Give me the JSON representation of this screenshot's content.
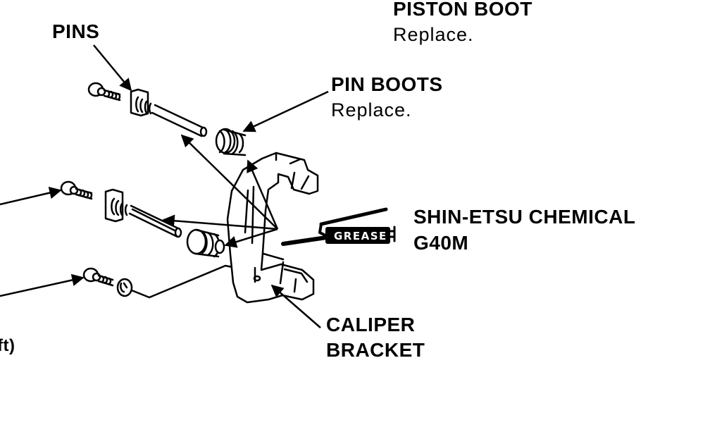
{
  "diagram": {
    "subject": "Brake caliper bracket exploded view",
    "callouts": {
      "piston_boot": {
        "title": "PISTON BOOT",
        "note": "Replace."
      },
      "pins": {
        "title": "PINS"
      },
      "pin_boots": {
        "title": "PIN BOOTS",
        "note": "Replace."
      },
      "grease": {
        "title_line1": "SHIN-ETSU CHEMICAL",
        "title_line2": "G40M",
        "tube_label": "GREASE"
      },
      "caliper_bracket": {
        "title_line1": "CALIPER",
        "title_line2": "BRACKET"
      },
      "cut_off_text": "ft)"
    },
    "colors": {
      "ink": "#000000",
      "paper": "#ffffff"
    }
  }
}
